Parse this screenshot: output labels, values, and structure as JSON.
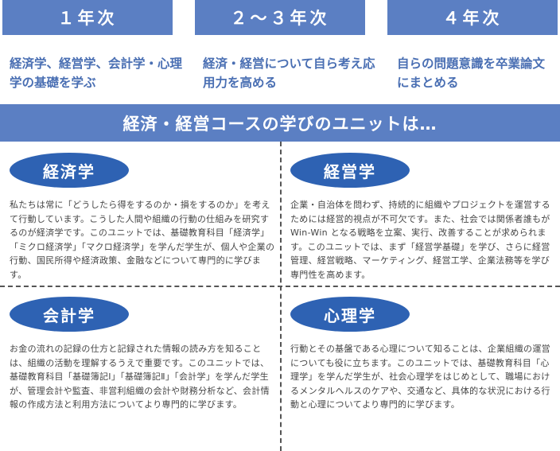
{
  "years": [
    {
      "label": "１年次",
      "desc": "経済学、経営学、会計学・心理学の基礎を学ぶ"
    },
    {
      "label": "２～３年次",
      "desc": "経済・経営について自ら考え応用力を高める"
    },
    {
      "label": "４年次",
      "desc": "自らの問題意識を卒業論文にまとめる"
    }
  ],
  "banner": "経済・経営コースの学びのユニットは…",
  "units": [
    {
      "title": "経済学",
      "text": "私たちは常に「どうしたら得をするのか・損をするのか」を考えて行動しています。こうした人間や組織の行動の仕組みを研究するのが経済学です。このユニットでは、基礎教育科目「経済学」「ミクロ経済学」「マクロ経済学」を学んだ学生が、個人や企業の行動、国民所得や経済政策、金融などについて専門的に学びます。"
    },
    {
      "title": "経営学",
      "text": "企業・自治体を問わず、持続的に組織やプロジェクトを運営するためには経営的視点が不可欠です。また、社会では関係者誰もが Win-Win となる戦略を立案、実行、改善することが求められます。このユニットでは、まず「経営学基礎」を学び、さらに経営管理、経営戦略、マーケティング、経営工学、企業法務等を学び専門性を高めます。"
    },
    {
      "title": "会計学",
      "text": "お金の流れの記録の仕方と記録された情報の読み方を知ることは、組織の活動を理解するうえで重要です。このユニットでは、基礎教育科目「基礎簿記Ⅰ」「基礎簿記Ⅱ」「会計学」を学んだ学生が、管理会計や監査、非営利組織の会計や財務分析など、会計情報の作成方法と利用方法についてより専門的に学びます。"
    },
    {
      "title": "心理学",
      "text": "行動とその基盤である心理について知ることは、企業組織の運営についても役に立ちます。このユニットでは、基礎教育科目「心理学」を学んだ学生が、社会心理学をはじめとして、職場におけるメンタルヘルスのケアや、交通など、具体的な状況における行動と心理についてより専門的に学びます。"
    }
  ]
}
